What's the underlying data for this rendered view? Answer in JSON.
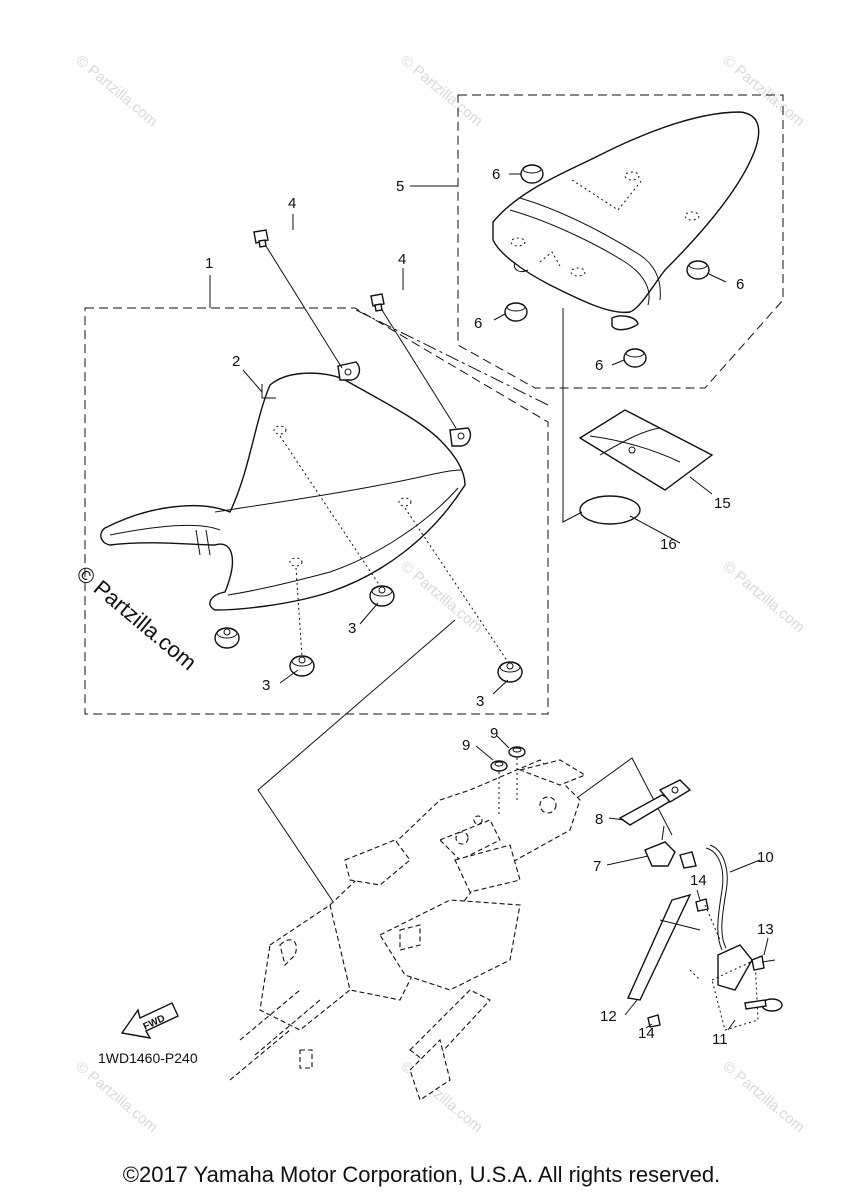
{
  "diagram_code": "1WD1460-P240",
  "fwd_label": "FWD",
  "watermark_main": "© Partzilla.com",
  "watermark_repeat": "© Partzilla.com",
  "copyright": "©2017 Yamaha Motor Corporation, U.S.A. All rights reserved.",
  "callouts": {
    "c1": "1",
    "c2": "2",
    "c3a": "3",
    "c3b": "3",
    "c3c": "3",
    "c4a": "4",
    "c4b": "4",
    "c5": "5",
    "c6a": "6",
    "c6b": "6",
    "c6c": "6",
    "c6d": "6",
    "c7": "7",
    "c8": "8",
    "c9a": "9",
    "c9b": "9",
    "c10": "10",
    "c11": "11",
    "c12": "12",
    "c13": "13",
    "c14a": "14",
    "c14b": "14",
    "c15": "15",
    "c16": "16"
  }
}
